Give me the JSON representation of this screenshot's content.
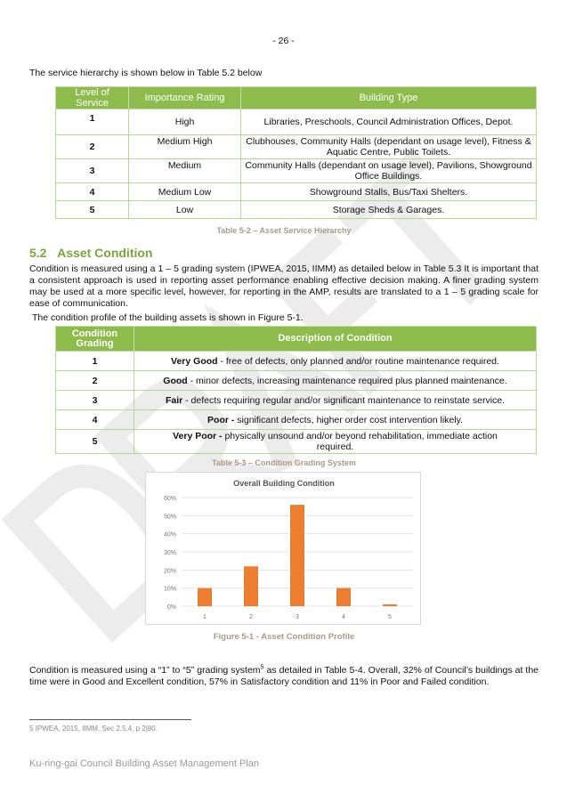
{
  "page_number": "- 26 -",
  "intro": "The service hierarchy is shown below in Table 5.2 below",
  "table1": {
    "headers": [
      "Level of Service",
      "Importance Rating",
      "Building Type"
    ],
    "rows": [
      [
        "1",
        "High",
        "Libraries, Preschools, Council Administration Offices, Depot."
      ],
      [
        "2",
        "Medium High",
        "Clubhouses, Community Halls (dependant on usage level), Fitness & Aquatic Centre, Public Toilets."
      ],
      [
        "3",
        "Medium",
        "Community Halls (dependant on usage level), Pavilions, Showground Office Buildings."
      ],
      [
        "4",
        "Medium Low",
        "Showground Stalls, Bus/Taxi Shelters."
      ],
      [
        "5",
        "Low",
        "Storage Sheds & Garages."
      ]
    ],
    "caption": "Table 5-2 – Asset Service Hierarchy"
  },
  "section": {
    "number": "5.2",
    "title": "Asset Condition"
  },
  "para1": "Condition is measured using a 1 – 5 grading system (IPWEA, 2015, IIMM) as detailed below in Table 5.3 It is important that a consistent approach is used in reporting asset performance enabling effective decision making. A finer grading system may be used at a more specific level, however, for reporting in the AMP, results are translated to a 1 – 5 grading scale for ease of communication.",
  "para2": "The condition profile of the building assets is shown in Figure 5-1.",
  "table2": {
    "headers": [
      "Condition Grading",
      "Description of Condition"
    ],
    "rows": [
      [
        "1",
        "Very Good",
        " - free of defects, only planned and/or routine maintenance required."
      ],
      [
        "2",
        "Good",
        " - minor defects, increasing maintenance required plus planned maintenance."
      ],
      [
        "3",
        "Fair",
        " - defects requiring regular and/or significant maintenance to reinstate service."
      ],
      [
        "4",
        "Poor - ",
        "significant defects, higher order cost intervention likely."
      ],
      [
        "5",
        "Very Poor - ",
        "physically unsound and/or beyond rehabilitation, immediate action required."
      ]
    ],
    "caption": "Table 5-3 – Condition Grading System"
  },
  "chart_data": {
    "type": "bar",
    "title": "Overall Building Condition",
    "categories": [
      "1",
      "2",
      "3",
      "4",
      "5"
    ],
    "values": [
      10,
      22,
      56,
      10,
      1
    ],
    "yticks": [
      "0%",
      "10%",
      "20%",
      "30%",
      "40%",
      "50%",
      "60%"
    ],
    "ylim": [
      0,
      60
    ],
    "xlabel": "",
    "ylabel": "",
    "color": "#ed7d31"
  },
  "figure_caption": "Figure 5-1 - Asset Condition Profile",
  "para3_a": "Condition is measured using a “1” to “5” grading system",
  "para3_sup": "5",
  "para3_b": " as detailed in Table 5-4. Overall, 32% of Council’s buildings at the time were in Good and Excellent condition, 57% in Satisfactory condition and 11% in Poor and Failed condition.",
  "footnote": "5 IPWEA, 2015, IIMM, Sec 2.5.4, p 2|80.",
  "footer": "Ku-ring-gai Council Building Asset Management Plan",
  "watermark": "DRAFT"
}
